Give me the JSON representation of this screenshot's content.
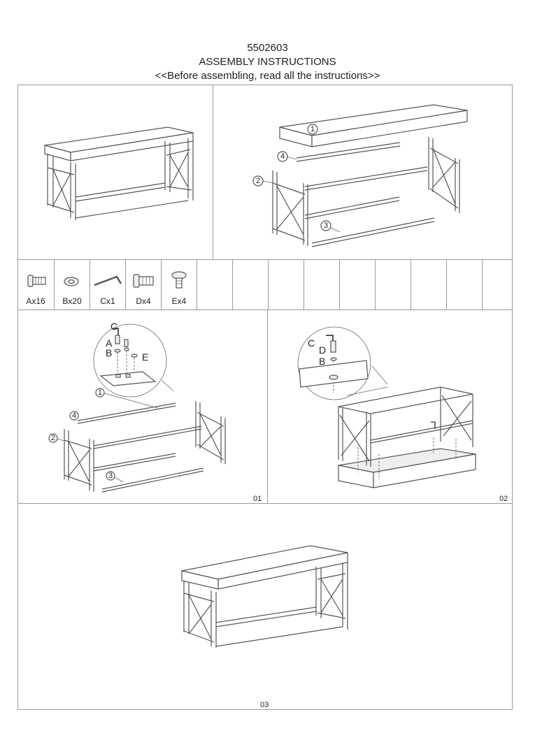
{
  "header": {
    "model": "5502603",
    "title": "ASSEMBLY INSTRUCTIONS",
    "note": "<<Before assembling, read all the instructions>>"
  },
  "hardware": [
    {
      "label": "Ax16",
      "icon": "bolt-icon"
    },
    {
      "label": "Bx20",
      "icon": "washer-icon"
    },
    {
      "label": "Cx1",
      "icon": "allen-key-icon"
    },
    {
      "label": "Dx4",
      "icon": "short-bolt-icon"
    },
    {
      "label": "Ex4",
      "icon": "leveler-foot-icon"
    }
  ],
  "exploded_view": {
    "part_1": "1",
    "part_2": "2",
    "part_3": "3",
    "part_4": "4"
  },
  "step1": {
    "number": "01",
    "letters": {
      "c": "C",
      "a": "A",
      "b": "B",
      "e": "E"
    },
    "callout_part": "1",
    "part_2": "2",
    "part_3": "3",
    "part_4": "4"
  },
  "step2": {
    "number": "02",
    "letters": {
      "c": "C",
      "d": "D",
      "b": "B"
    }
  },
  "step3": {
    "number": "03"
  }
}
